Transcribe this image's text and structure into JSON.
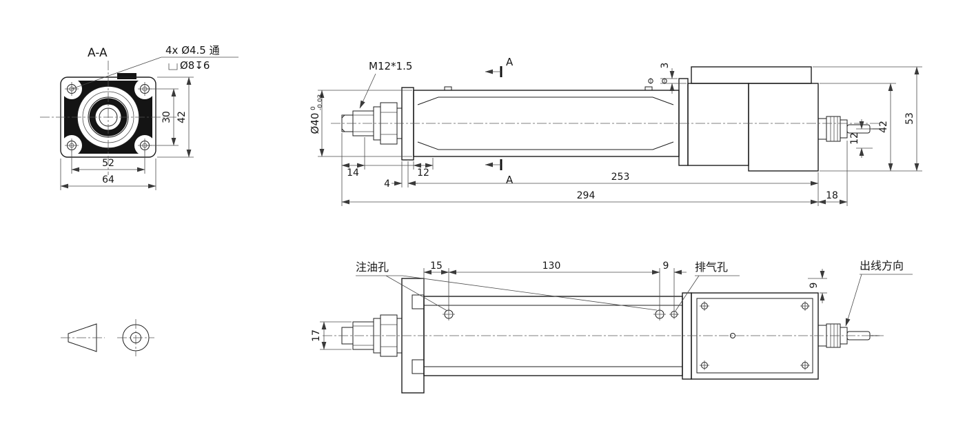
{
  "section_view": {
    "label": "A-A",
    "hole_note_line1": "4x Ø4.5 通",
    "hole_note_line2": "Ø8↧6",
    "dim_hole_spacing_vertical": "30",
    "dim_flange_height": "42",
    "dim_hole_spacing_horizontal": "52",
    "dim_flange_width": "64"
  },
  "side_view": {
    "thread_label": "M12*1.5",
    "diameter_label": "Ø40",
    "diameter_tol_upper": "0",
    "diameter_tol_lower": "-0.03",
    "section_marker_top": "A",
    "section_marker_bottom": "A",
    "dim_rod_length": "14",
    "dim_flange_to_tube": "12",
    "dim_flange_thickness": "4",
    "dim_body_length": "253",
    "dim_total_length": "294",
    "dim_connector_length": "18",
    "dim_step": "3",
    "dim_motor_height": "42",
    "dim_total_height": "53",
    "dim_connector_offset": "12"
  },
  "bottom_view": {
    "oil_hole_label": "注油孔",
    "exhaust_hole_label": "排气孔",
    "cable_direction_label": "出线方向",
    "dim_first_hole": "15",
    "dim_hole_spacing": "130",
    "dim_exhaust_offset": "9",
    "dim_cable_offset": "9",
    "dim_rod_width": "17"
  }
}
